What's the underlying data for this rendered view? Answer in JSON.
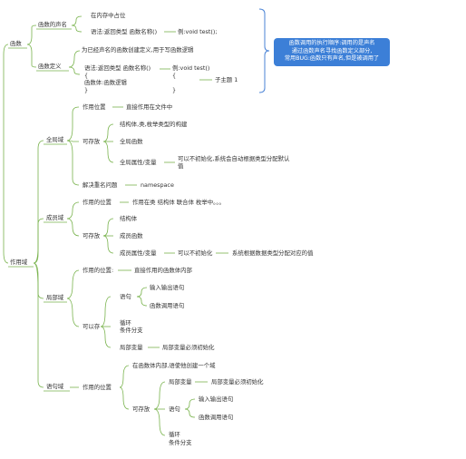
{
  "colors": {
    "line": "#79b34d",
    "bracket": "#4a83d6",
    "callout_bg": "#3c7fd7",
    "text": "#333333"
  },
  "function_section": {
    "root": "函数",
    "declaration": {
      "label": "函数的声名",
      "items": [
        "在内存中占位",
        "语法:返回类型 函数名称()"
      ],
      "example": "例:void test();"
    },
    "definition": {
      "label": "函数定义",
      "note": "为已经声名的函数创建定义,用于写函数逻辑",
      "syntax_lines": [
        "语法:返回类型 函数名称()",
        "{",
        "函数体:函数逻辑",
        "}"
      ],
      "example_lines": [
        "例:void test()",
        "{",
        "",
        "}"
      ],
      "topic": "子主题 1"
    },
    "callout_lines": [
      "函数调用的执行顺序:调用的是声名",
      "通过函数声名寻找函数定义部分,",
      "常用BUG:函数只有声名,但是被调用了"
    ]
  },
  "scope_section": {
    "root": "作用域",
    "global": {
      "label": "全局域",
      "position_label": "作用位置",
      "position_value": "直接作用在文件中",
      "store_label": "可存放",
      "store_items": [
        "结构体,类,枚举类型的构建",
        "全局函数",
        "全局属性/变量"
      ],
      "attr_note_lines": [
        "可以不初始化,系统会自动根据类型分配默认",
        "值"
      ],
      "conflict_label": "解决重名问题",
      "conflict_value": "namespace"
    },
    "member": {
      "label": "成员域",
      "position_label": "作用的位置",
      "position_value": "作用在类 结构体 联合体 枚举中。。。",
      "store_label": "可存放",
      "store_items": [
        "结构体",
        "成员函数",
        "成员属性/变量"
      ],
      "attr_note": "可以不初始化",
      "attr_note2": "系统根据数据类型分配对应的值"
    },
    "local": {
      "label": "局部域",
      "position_label": "作用的位置:",
      "position_value": "直接作用的函数体内部",
      "store_label": "可以存",
      "statement_label": "语句",
      "statements": [
        "输入输出语句",
        "函数调用语句"
      ],
      "loop_lines": [
        "循环",
        "条件分支"
      ],
      "var_label": "局部变量",
      "var_note": "局部变量必须初始化"
    },
    "statement_scope": {
      "label": "语句域",
      "position_label": "作用的位置",
      "position_value": "在函数体内部,语使他创建一个域",
      "store_label": "可存放",
      "var_label": "局部变量",
      "var_note": "局部变量必须初始化",
      "statement_label": "语句",
      "statements": [
        "输入输出语句",
        "函数调用语句"
      ],
      "loop_lines": [
        "循环",
        "条件分支"
      ]
    }
  }
}
